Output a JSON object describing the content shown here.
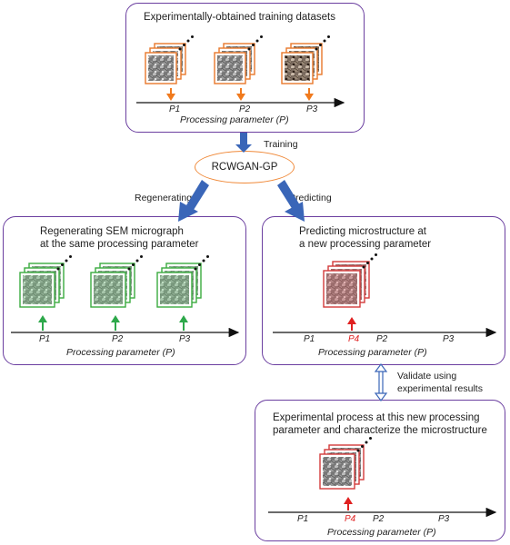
{
  "colors": {
    "panel_border": "#6b3fa0",
    "training_frame": "#e8782a",
    "regen_frame": "#3aaa3f",
    "predict_frame": "#d23a3a",
    "training_arrow": "#f07a1e",
    "regen_arrow": "#2da84a",
    "predict_arrow": "#e02020",
    "flow_arrow": "#3a66b8",
    "oval": "#f08a3a",
    "validate_arrow": "#3a66b8"
  },
  "training": {
    "title": "Experimentally-obtained training datasets",
    "params": [
      "P1",
      "P2",
      "P3"
    ],
    "axis_label": "Processing parameter (P)"
  },
  "flow": {
    "training_label": "Training",
    "model_name": "RCWGAN-GP",
    "regenerating_label": "Regenerating",
    "predicting_label": "Predicting"
  },
  "regenerating": {
    "title_line1": "Regenerating SEM micrograph",
    "title_line2": "at the same processing parameter",
    "params": [
      "P1",
      "P2",
      "P3"
    ],
    "axis_label": "Processing parameter (P)"
  },
  "predicting": {
    "title_line1": "Predicting microstructure at",
    "title_line2": "a new processing parameter",
    "params": [
      "P1",
      "P4",
      "P2",
      "P3"
    ],
    "axis_label": "Processing parameter (P)"
  },
  "validate": {
    "line1": "Validate using",
    "line2": "experimental results"
  },
  "experimental": {
    "title_line1": "Experimental process at this new processing",
    "title_line2": "parameter and characterize the microstructure",
    "params": [
      "P1",
      "P4",
      "P2",
      "P3"
    ],
    "axis_label": "Processing parameter (P)"
  }
}
